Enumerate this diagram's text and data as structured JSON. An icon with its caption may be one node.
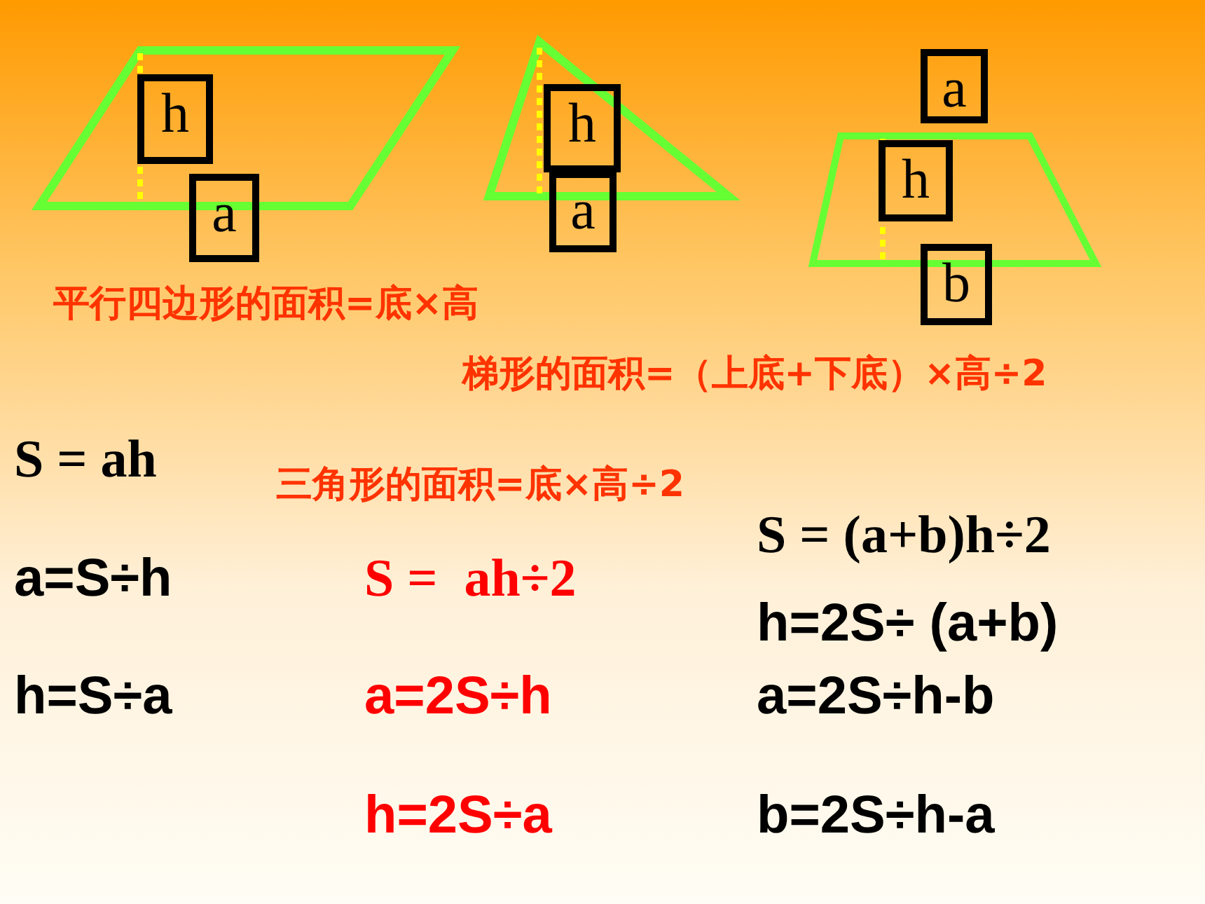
{
  "diagram": {
    "nodes": [
      {
        "text": [
          "h"
        ]
      },
      {
        "text": [
          "a"
        ]
      },
      {
        "text": [
          "h"
        ]
      },
      {
        "text": [
          "a"
        ]
      },
      {
        "text": [
          "a"
        ]
      },
      {
        "text": [
          "h"
        ]
      },
      {
        "text": [
          "b"
        ]
      }
    ],
    "edges": [],
    "labels": [
      "平行四边形的面积=底×高",
      "梯形的面积=（上底+下底）×高÷2",
      "S = ah",
      "三角形的面积=底×高÷2",
      "S = (a+b)h÷2",
      "a=S÷h",
      "S =  ah÷2",
      "h=2S÷ (a+b)",
      "h=S÷a",
      "a=2S÷h",
      "a=2S÷h-b",
      "h=2S÷a",
      "b=2S÷h-a"
    ]
  }
}
